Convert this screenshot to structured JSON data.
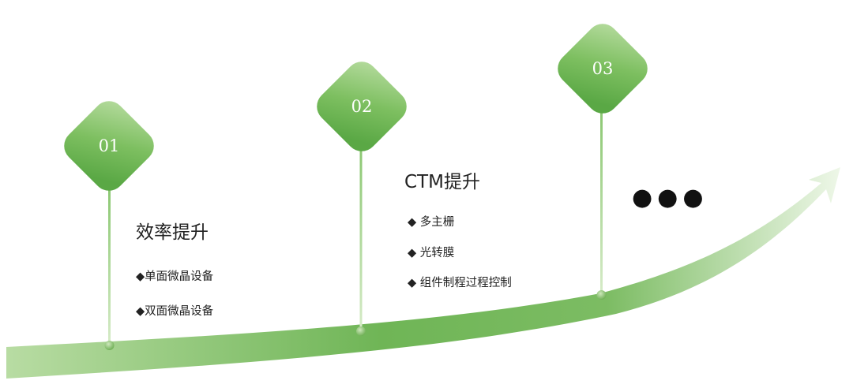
{
  "colors": {
    "accent": "#6db552",
    "accent_light": "#b3d99a",
    "accent_dark": "#4e9a3a",
    "ribbon_light": "#d6ebc8"
  },
  "milestones": [
    {
      "number": "01",
      "title": "效率提升",
      "items": [
        "◆单面微晶设备",
        "◆双面微晶设备"
      ]
    },
    {
      "number": "02",
      "title": "CTM提升",
      "items": [
        "◆  多主栅",
        "◆  光转膜",
        "◆  组件制程过程控制"
      ]
    },
    {
      "number": "03",
      "title": "",
      "items": []
    }
  ],
  "more_indicator": "●●●"
}
